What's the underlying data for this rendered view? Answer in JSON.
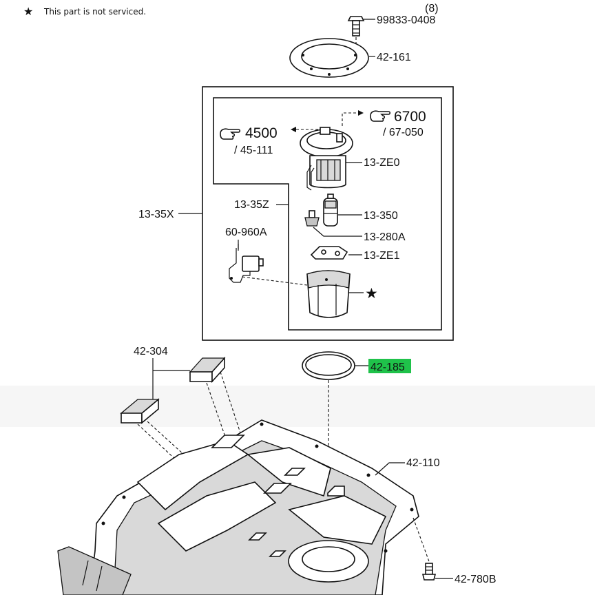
{
  "note": {
    "star": "★",
    "text": "This part is not serviced."
  },
  "labels": {
    "qty": "(8)",
    "p99833": "99833-0408",
    "p42161": "42-161",
    "p6700": "6700",
    "p67050": "/ 67-050",
    "p4500": "4500",
    "p45111": "/ 45-111",
    "p13ZE0": "13-ZE0",
    "p1335X": "13-35X",
    "p1335Z": "13-35Z",
    "p13350": "13-350",
    "p60960A": "60-960A",
    "p13280A": "13-280A",
    "p13ZE1": "13-ZE1",
    "star_mark": "★",
    "p42304": "42-304",
    "p42185": "42-185",
    "p42110": "42-110",
    "p42780B": "42-780B"
  },
  "colors": {
    "highlight": "#1fc24a",
    "ink": "#111111"
  },
  "icons": {
    "reference": "pointing-hand-icon"
  }
}
